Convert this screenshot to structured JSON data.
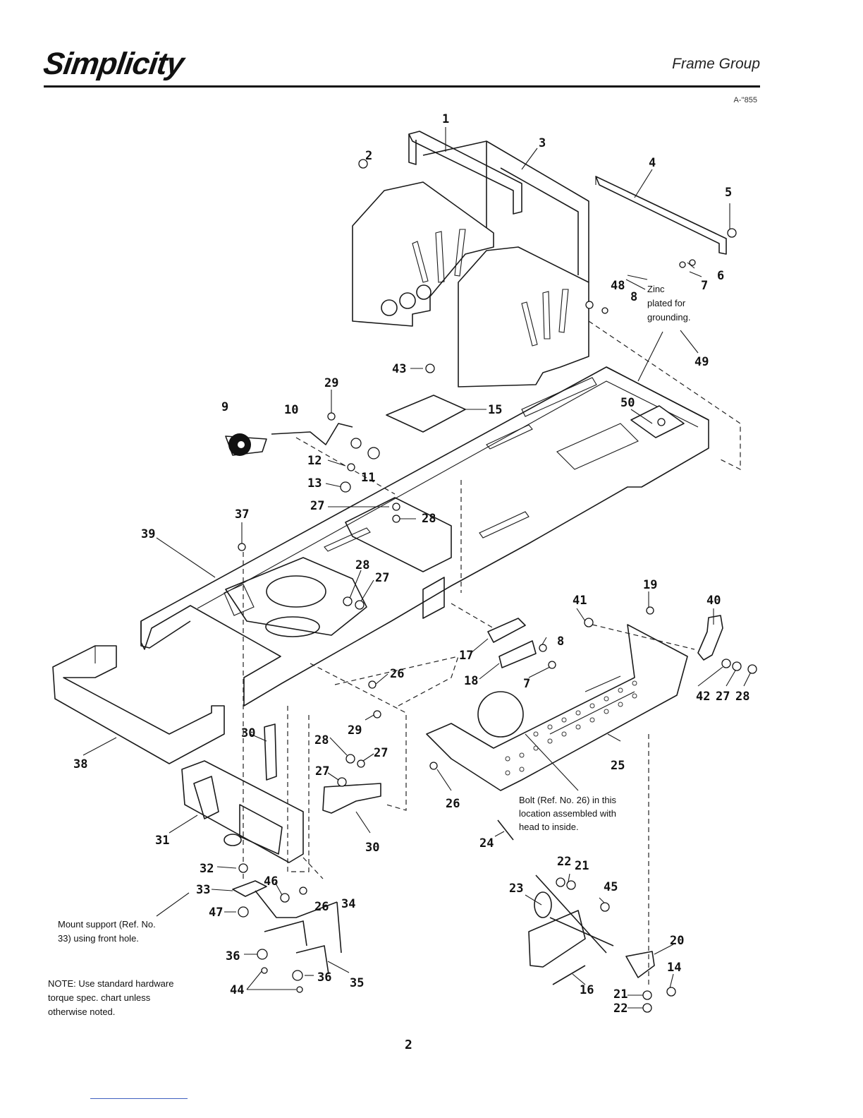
{
  "header": {
    "brand": "Simplicity",
    "section_title": "Frame Group",
    "drawing_no": "A-''855"
  },
  "callouts": [
    "1",
    "2",
    "3",
    "4",
    "5",
    "6",
    "7",
    "48",
    "8",
    "43",
    "29",
    "9",
    "10",
    "15",
    "49",
    "50",
    "12",
    "11",
    "13",
    "27",
    "28",
    "37",
    "39",
    "28",
    "27",
    "19",
    "41",
    "40",
    "17",
    "8",
    "18",
    "7",
    "26",
    "42",
    "27",
    "28",
    "29",
    "30",
    "28",
    "27",
    "27",
    "25",
    "38",
    "31",
    "30",
    "26",
    "24",
    "32",
    "22",
    "21",
    "33",
    "46",
    "26",
    "34",
    "23",
    "45",
    "47",
    "20",
    "36",
    "36",
    "35",
    "14",
    "44",
    "16",
    "21",
    "22"
  ],
  "notes": {
    "zinc": [
      "Zinc",
      "plated for",
      "grounding."
    ],
    "bolt": [
      "Bolt (Ref. No. 26) in this",
      "location assembled with",
      "head to inside."
    ],
    "mount": [
      "Mount support (Ref. No.",
      "33) using front hole."
    ],
    "torque": [
      "NOTE: Use standard hardware",
      "torque spec. chart unless",
      "otherwise noted."
    ]
  },
  "page_number": "2"
}
